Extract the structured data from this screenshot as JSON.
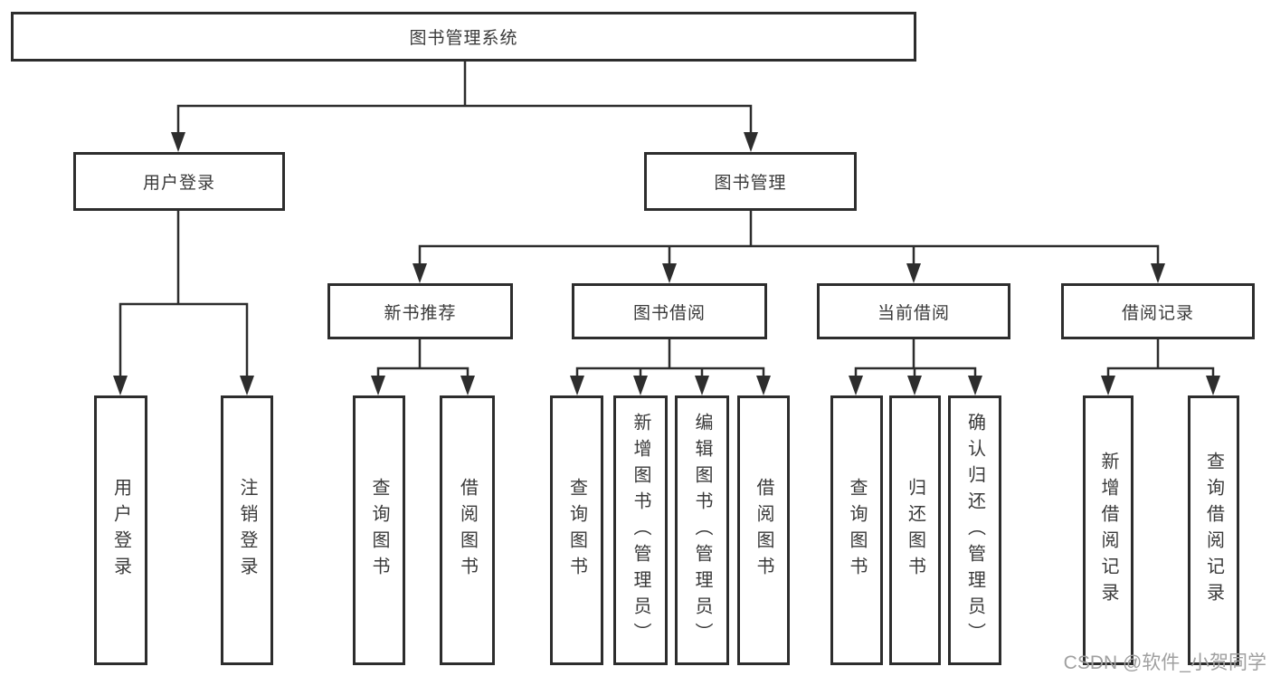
{
  "colors": {
    "line": "#2d2d2d",
    "box_border": "#2d2d2d",
    "text": "#3a3a3a",
    "watermark": "#a0a0a0",
    "background": "#ffffff"
  },
  "tree": {
    "label": "图书管理系统",
    "children": [
      {
        "label": "用户登录",
        "children": [
          {
            "label": "用户登录"
          },
          {
            "label": "注销登录"
          }
        ]
      },
      {
        "label": "图书管理",
        "children": [
          {
            "label": "新书推荐",
            "children": [
              {
                "label": "查询图书"
              },
              {
                "label": "借阅图书"
              }
            ]
          },
          {
            "label": "图书借阅",
            "children": [
              {
                "label": "查询图书"
              },
              {
                "label": "新增图书（管理员）"
              },
              {
                "label": "编辑图书（管理员）"
              },
              {
                "label": "借阅图书"
              }
            ]
          },
          {
            "label": "当前借阅",
            "children": [
              {
                "label": "查询图书"
              },
              {
                "label": "归还图书"
              },
              {
                "label": "确认归还（管理员）"
              }
            ]
          },
          {
            "label": "借阅记录",
            "children": [
              {
                "label": "新增借阅记录"
              },
              {
                "label": "查询借阅记录"
              }
            ]
          }
        ]
      }
    ]
  },
  "watermark": {
    "text": "CSDN @软件_小贺同学"
  }
}
